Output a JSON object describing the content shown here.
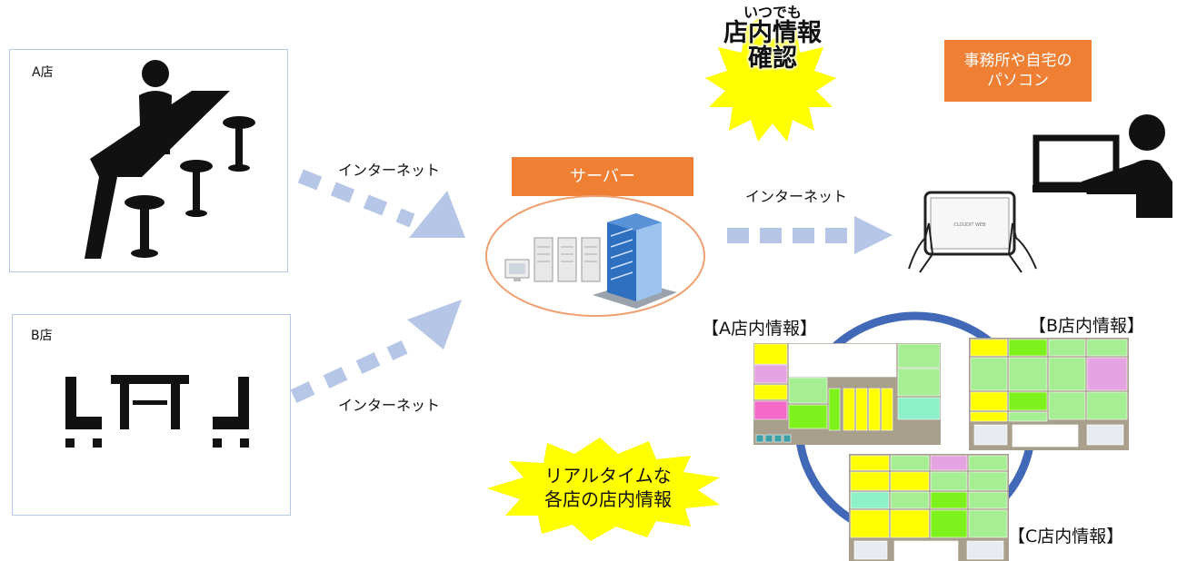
{
  "stores": {
    "a": {
      "label": "A店"
    },
    "b": {
      "label": "B店"
    }
  },
  "network": {
    "internet_label": "インターネット"
  },
  "server": {
    "label": "サーバー"
  },
  "office": {
    "line1": "事務所や自宅の",
    "line2": "パソコン"
  },
  "burst_top": {
    "line1": "いつでも",
    "line2": "店内情報",
    "line3": "確認"
  },
  "burst_bottom": {
    "line1": "リアルタイムな",
    "line2": "各店の店内情報"
  },
  "panels": {
    "a_title": "【A店内情報】",
    "b_title": "【B店内情報】",
    "c_title": "【C店内情報】"
  },
  "tablet": {
    "screen_text": "CLOUDIT WEB"
  },
  "colors": {
    "orange": "#ee7f33",
    "arrow": "#b5c6e6",
    "ring": "#4169b8",
    "burst": "#ffff00",
    "cell_yellow": "#ffff00",
    "cell_green": "#a6ee93",
    "cell_lime": "#7ef21c",
    "cell_pink": "#e6a3e1",
    "cell_aqua": "#8ef0c8",
    "cell_magenta": "#f36ac8",
    "panel_frame": "#a8a08c"
  }
}
